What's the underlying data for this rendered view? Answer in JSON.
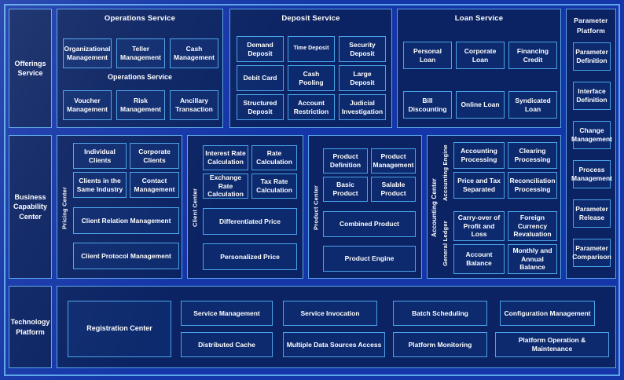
{
  "rows": {
    "offerings": {
      "label": "Offerings\nService",
      "panels": [
        {
          "title": "Operations Service",
          "duplicate_title": "Operations Service",
          "tiles": [
            "Organizational Management",
            "Teller Management",
            "Cash Management",
            "Voucher Management",
            "Risk Management",
            "Ancillary Transaction"
          ]
        },
        {
          "title": "Deposit Service",
          "tiles": [
            "Demand Deposit",
            "Time Deposit",
            "Security Deposit",
            "Debit Card",
            "Cash Pooling",
            "Large Deposit",
            "Structured Deposit",
            "Account Restriction",
            "Judicial Investigation"
          ]
        },
        {
          "title": "Loan Service",
          "tiles": [
            "Personal Loan",
            "Corporate Loan",
            "Financing Credit",
            "Bill Discounting",
            "Online Loan",
            "Syndicated Loan"
          ]
        }
      ]
    },
    "business": {
      "label": "Business\nCapability\nCenter",
      "groups": [
        {
          "vlabel": "Pricing Center",
          "tiles": [
            "Individual Clients",
            "Corporate Clients",
            "Clients in the Same Industry",
            "Contact Management",
            "Client Relation Management",
            "Client Protocol Management"
          ]
        },
        {
          "vlabel": "Client Center",
          "tiles": [
            "Interest Rate Calculation",
            "Rate Calculation",
            "Exchange Rate Calculation",
            "Tax Rate Calculation",
            "Differentiated Price",
            "Personalized Price"
          ]
        },
        {
          "vlabel": "Product Center",
          "tiles": [
            "Product Definition",
            "Product Management",
            "Basic Product",
            "Salable Product",
            "Combined Product",
            "Product Engine"
          ]
        },
        {
          "vlabel": "Accounting Center",
          "sub_labels": [
            "Accounting Engine",
            "General Ledger"
          ],
          "tiles": [
            "Accounting Processing",
            "Clearing Processing",
            "Price and Tax Separated",
            "Reconciliation Processing",
            "Carry-over of Profit and Loss",
            "Foreign Currency Revaluation",
            "Account Balance",
            "Monthly and Annual Balance"
          ]
        }
      ]
    },
    "technology": {
      "label": "Technology\nPlatform",
      "registration": "Registration Center",
      "tiles_top": [
        "Service Management",
        "Service Invocation",
        "Batch Scheduling",
        "Configuration Management"
      ],
      "tiles_bottom": [
        "Distributed Cache",
        "Multiple Data Sources Access",
        "Platform Monitoring",
        "Platform Operation & Maintenance"
      ]
    }
  },
  "parameter_platform": {
    "title": "Parameter\nPlatform",
    "items": [
      "Parameter Definition",
      "Interface Definition",
      "Change Management",
      "Process Management",
      "Parameter Release",
      "Parameter Comparison"
    ]
  },
  "colors": {
    "background": "#1536a8",
    "panel": "#0b2363",
    "tile": "#0d2a6e",
    "border": "#4aa3ea",
    "text": "#ffffff"
  }
}
